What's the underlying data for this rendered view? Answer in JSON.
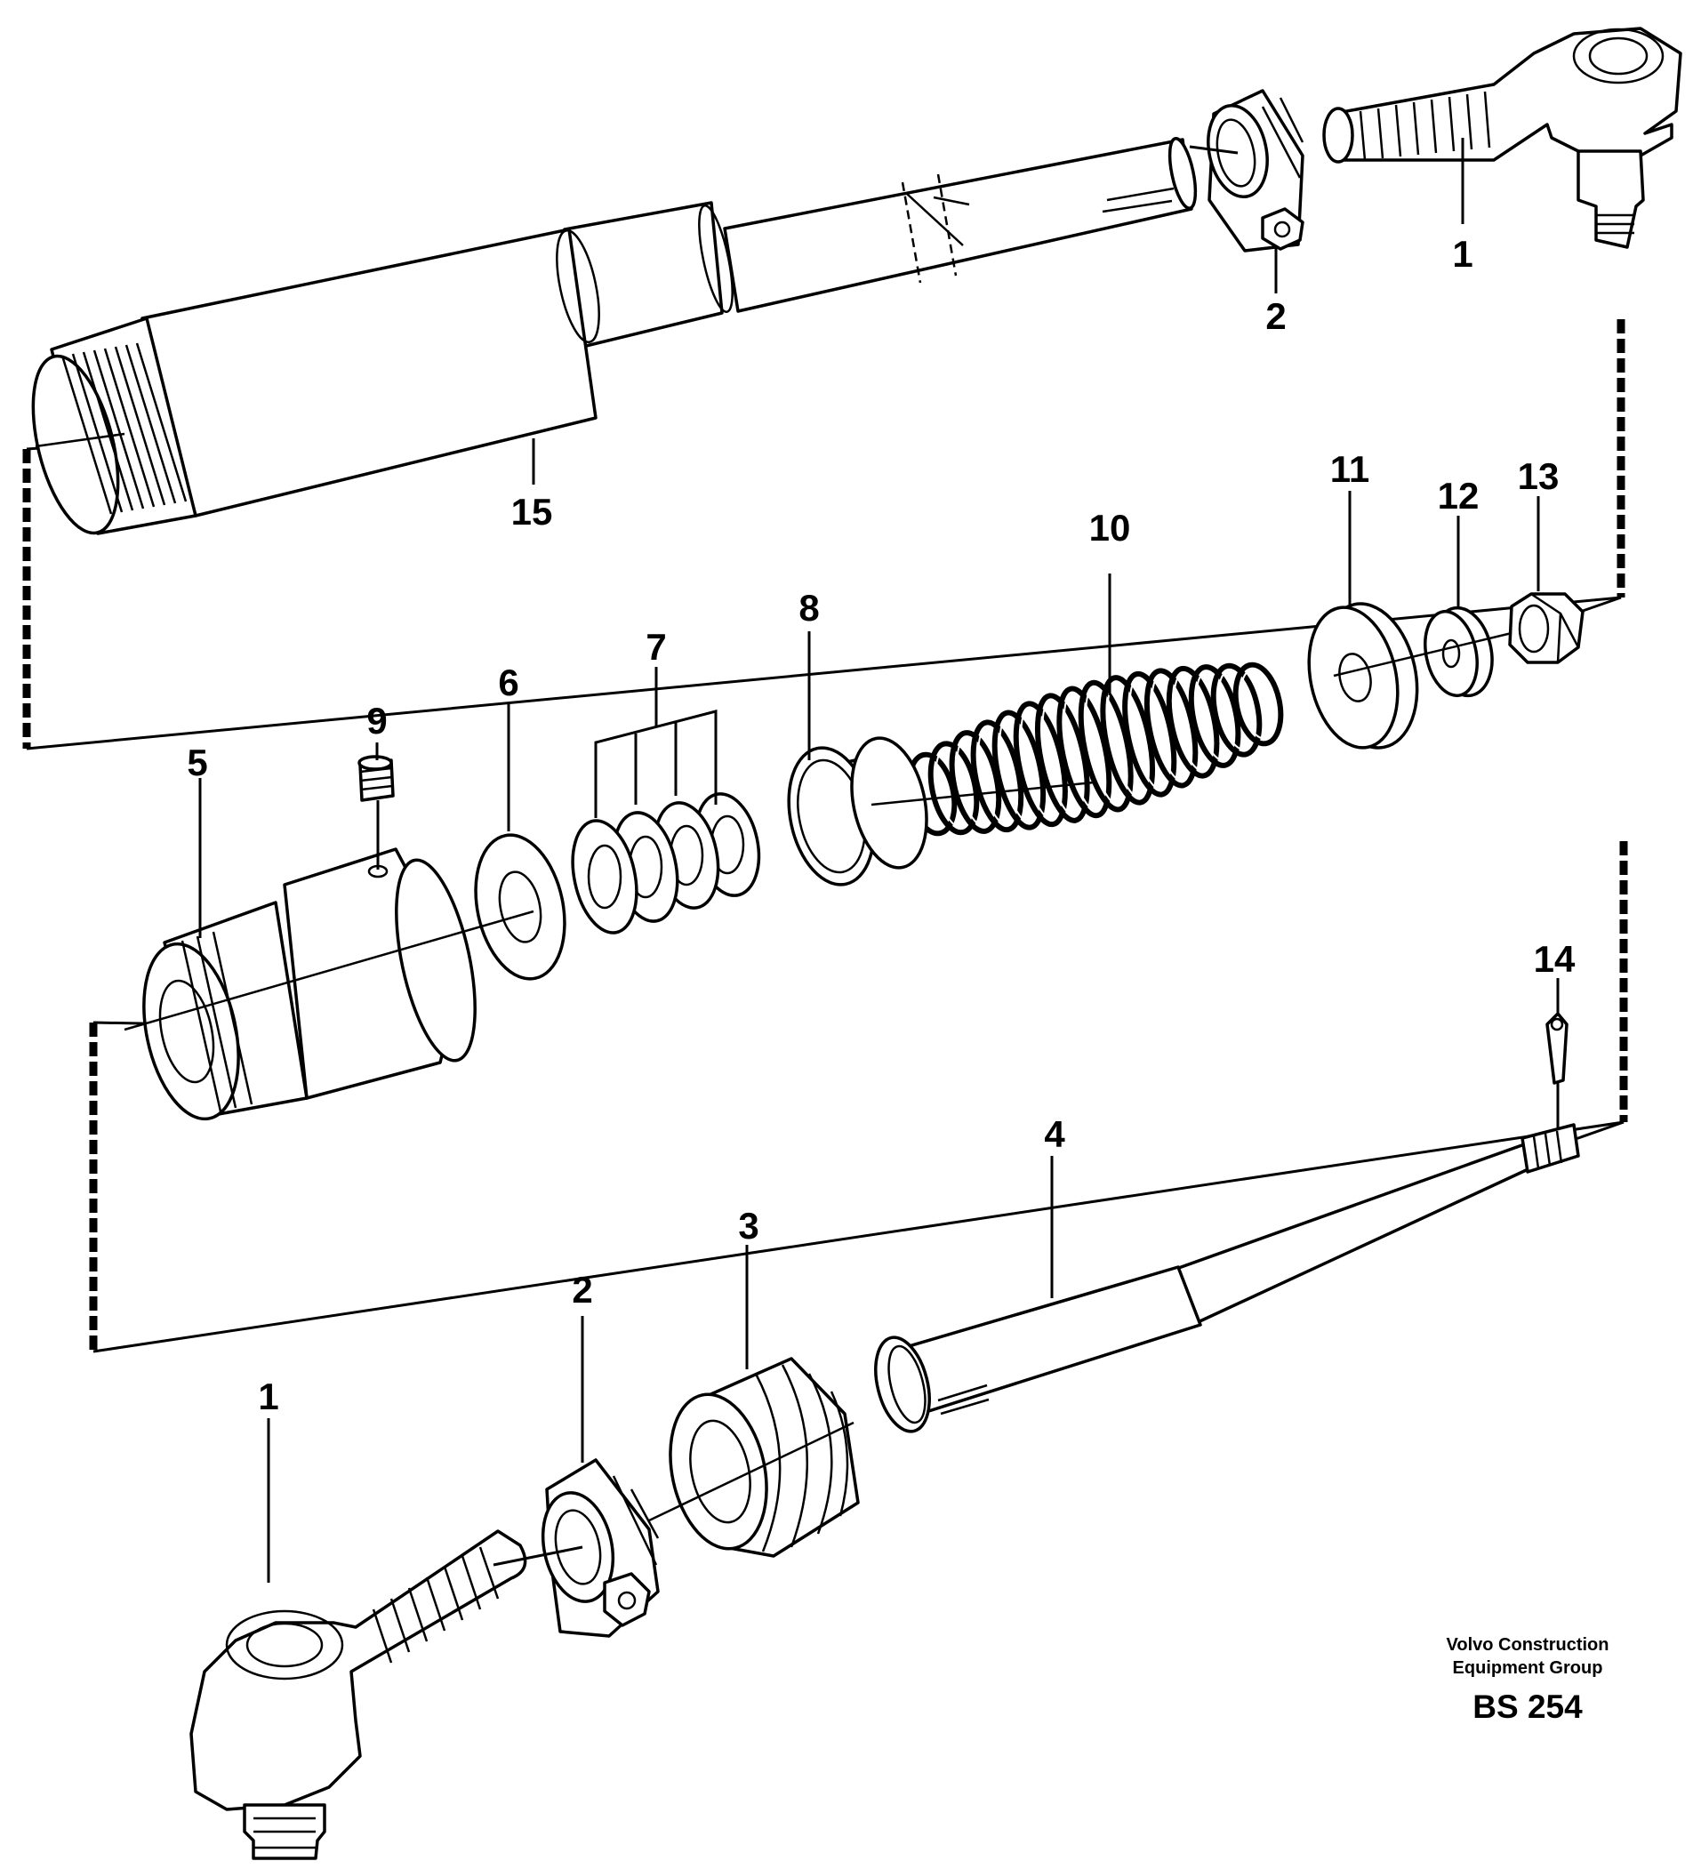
{
  "diagram": {
    "callouts": [
      {
        "id": "c1_top",
        "text": "1"
      },
      {
        "id": "c2_top",
        "text": "2"
      },
      {
        "id": "c15",
        "text": "15"
      },
      {
        "id": "c13",
        "text": "13"
      },
      {
        "id": "c12",
        "text": "12"
      },
      {
        "id": "c11",
        "text": "11"
      },
      {
        "id": "c10",
        "text": "10"
      },
      {
        "id": "c8",
        "text": "8"
      },
      {
        "id": "c7",
        "text": "7"
      },
      {
        "id": "c6",
        "text": "6"
      },
      {
        "id": "c9",
        "text": "9"
      },
      {
        "id": "c5",
        "text": "5"
      },
      {
        "id": "c14",
        "text": "14"
      },
      {
        "id": "c4",
        "text": "4"
      },
      {
        "id": "c3",
        "text": "3"
      },
      {
        "id": "c2_bottom",
        "text": "2"
      },
      {
        "id": "c1_bottom",
        "text": "1"
      }
    ],
    "brand_line1": "Volvo Construction",
    "brand_line2": "Equipment Group",
    "figure_code": "BS 254"
  }
}
